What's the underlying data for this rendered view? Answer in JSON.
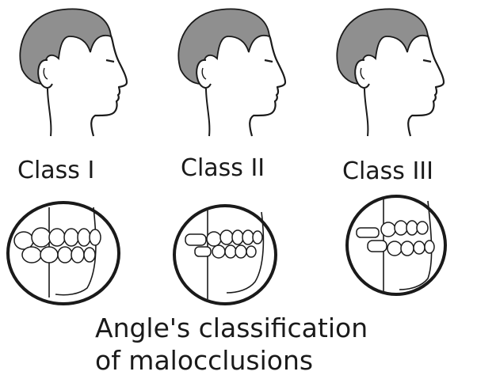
{
  "classes": [
    {
      "label": "Class I"
    },
    {
      "label": "Class II"
    },
    {
      "label": "Class III"
    }
  ],
  "caption": {
    "line1": "Angle's classification",
    "line2": "of malocclusions"
  },
  "colors": {
    "hair": "#8f8f8f",
    "ink": "#1a1a1a",
    "background": "#ffffff"
  }
}
